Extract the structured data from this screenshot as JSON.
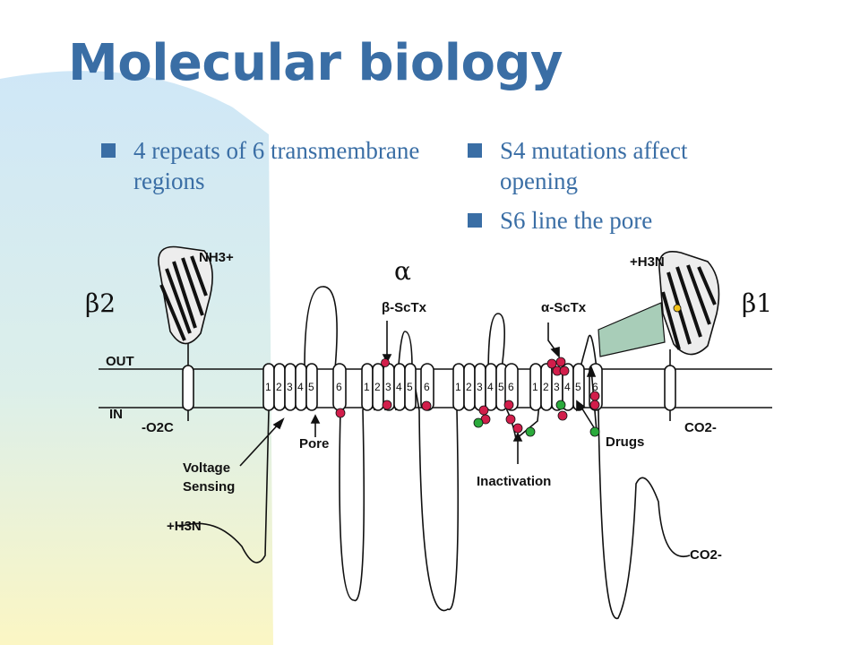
{
  "slide": {
    "title": "Molecular biology",
    "bullets_left": [
      "4 repeats of 6 transmembrane regions"
    ],
    "bullets_right": [
      "S4 mutations affect opening",
      "S6 line the pore"
    ]
  },
  "diagram": {
    "labels": {
      "alpha": "α",
      "beta1": "β1",
      "beta2": "β2",
      "out": "OUT",
      "in": "IN",
      "nh3_left": "NH3+",
      "h3n_right": "+H3N",
      "h3n_bottom": "+H3N",
      "o2c": "-O2C",
      "co2_right": "CO2-",
      "co2_bottom": "CO2-",
      "beta_sctx": "β-ScTx",
      "alpha_sctx": "α-ScTx",
      "pore": "Pore",
      "voltage_sensing_1": "Voltage",
      "voltage_sensing_2": "Sensing",
      "inactivation": "Inactivation",
      "drugs": "Drugs",
      "segments": [
        "1",
        "2",
        "3",
        "4",
        "5",
        "6"
      ]
    },
    "colors": {
      "accent": "#3A6EA5",
      "red_residue": "#D21E4B",
      "green_residue": "#2BAA3C",
      "yellow_residue": "#F2C21A",
      "beta_link": "#A8CDB8"
    }
  }
}
